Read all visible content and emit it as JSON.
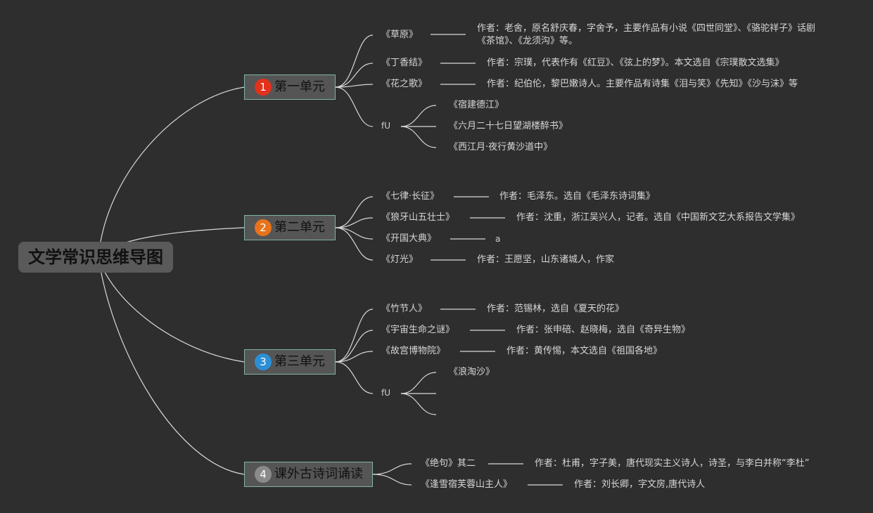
{
  "root": {
    "title": "文学常识思维导图"
  },
  "units": [
    {
      "label": "第一单元",
      "num": "1",
      "color": "#e3311c"
    },
    {
      "label": "第二单元",
      "num": "2",
      "color": "#e8731a"
    },
    {
      "label": "第三单元",
      "num": "3",
      "color": "#2c8fd6"
    },
    {
      "label": "课外古诗词诵读",
      "num": "4",
      "color": "#8a8a8a"
    }
  ],
  "unit1": {
    "items": [
      {
        "title": "《草原》",
        "desc": "作者：老舍，原名舒庆春，字舍予，主要作品有小说《四世同堂》、《骆驼祥子》话剧《茶馆》、《龙须沟》等。"
      },
      {
        "title": "《丁香结》",
        "desc": "作者：宗璞，代表作有《红豆》、《弦上的梦》。本文选自《宗璞散文选集》"
      },
      {
        "title": "《花之歌》",
        "desc": "作者：纪伯伦，黎巴嫩诗人。主要作品有诗集《泪与笑》《先知》《沙与沫》等"
      }
    ],
    "group_label": "fU",
    "group_items": [
      "《宿建德江》",
      "《六月二十七日望湖楼醉书》",
      "《西江月·夜行黄沙道中》"
    ]
  },
  "unit2": {
    "items": [
      {
        "title": "《七律·长征》",
        "desc": "作者：毛泽东。选自《毛泽东诗词集》"
      },
      {
        "title": "《狼牙山五壮士》",
        "desc": "作者：沈重，浙江吴兴人，记者。选自《中国新文艺大系报告文学集》"
      },
      {
        "title": "《开国大典》",
        "desc": "a"
      },
      {
        "title": "《灯光》",
        "desc": "作者：王愿坚，山东诸城人，作家"
      }
    ]
  },
  "unit3": {
    "items": [
      {
        "title": "《竹节人》",
        "desc": "作者：范锡林，选自《夏天的花》"
      },
      {
        "title": "《宇宙生命之谜》",
        "desc": "作者：张申碚、赵晓梅，选自《奇异生物》"
      },
      {
        "title": "《故宫博物院》",
        "desc": "作者：黄传惕，本文选自《祖国各地》"
      }
    ],
    "group_label": "fU",
    "group_items": [
      "《浪淘沙》",
      "",
      ""
    ]
  },
  "unit4": {
    "items": [
      {
        "title": "《绝句》其二",
        "desc": "作者：杜甫，字子美，唐代现实主义诗人，诗圣，与李白并称“李杜”"
      },
      {
        "title": "《逢雪宿芙蓉山主人》",
        "desc": "作者：刘长卿，字文房,唐代诗人"
      }
    ]
  },
  "colors": {
    "background": "#2e2e2e",
    "line": "#d8d8d8",
    "node_border": "#7fb3a3"
  }
}
